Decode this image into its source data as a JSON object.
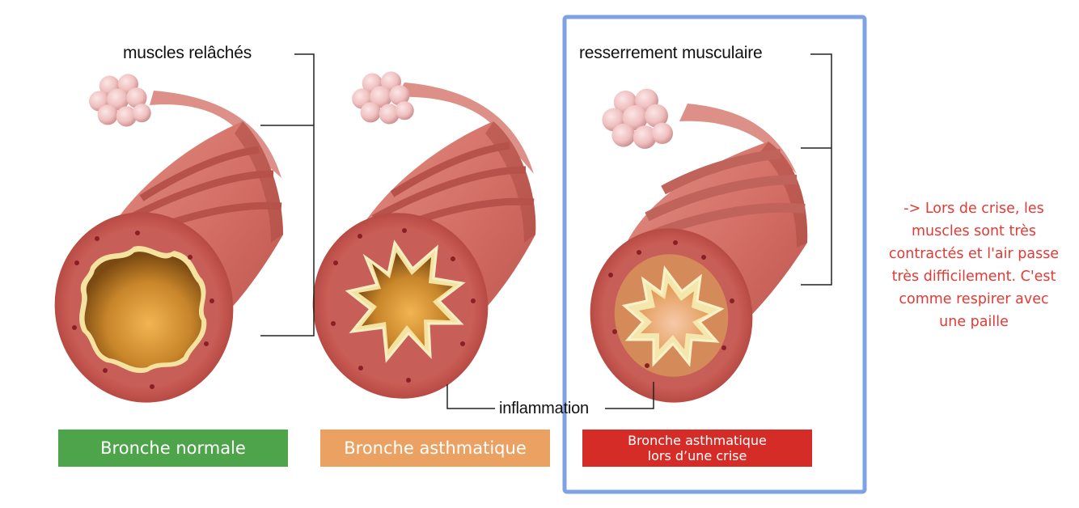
{
  "labels": {
    "relaxed_muscles": "muscles relâchés",
    "muscle_tightening": "resserrement musculaire",
    "inflammation": "inflammation"
  },
  "panels": [
    {
      "caption": [
        "Bronche normale"
      ],
      "color": "#4ea44a"
    },
    {
      "caption": [
        "Bronche asthmatique"
      ],
      "color": "#eba161"
    },
    {
      "caption": [
        "Bronche asthmatique",
        "lors d’une crise"
      ],
      "color": "#d62c27"
    }
  ],
  "highlight_box_color": "#7ea2e4",
  "annotation": {
    "lines": [
      "-> Lors de crise, les",
      "muscles sont très",
      "contractés et l'air passe",
      "très difficilement. C'est",
      "comme respirer avec",
      "une paille"
    ],
    "color": "#e53935"
  }
}
